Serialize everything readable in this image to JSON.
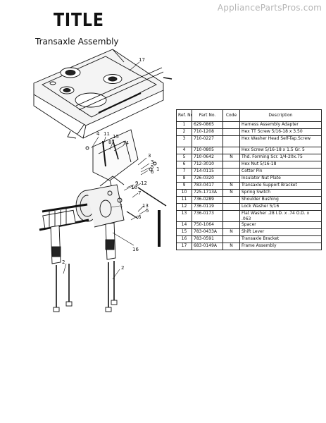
{
  "watermark": "AppliancePartsPros.com",
  "title": "TITLE",
  "subtitle": "Transaxle Assembly",
  "table": {
    "headers": {
      "ref": "Ref. No.",
      "part": "Part No.",
      "code": "Code",
      "desc": "Description"
    },
    "rows": [
      {
        "ref": "1",
        "part": "629-0865",
        "code": "",
        "desc": "Harness Assembly Adapter"
      },
      {
        "ref": "2",
        "part": "710-1208",
        "code": "",
        "desc": "Hex TT Screw 5/16-18 x 3.50"
      },
      {
        "ref": "3",
        "part": "710-0227",
        "code": "",
        "desc": "Hex Washer Head Self-Tap.Screw"
      },
      {
        "ref": "4",
        "part": "710-0805",
        "code": "",
        "desc": "Hex Screw 5/16-18 x 1.5 Gr. 5"
      },
      {
        "ref": "5",
        "part": "710-0642",
        "code": "N",
        "desc": "Thd. Forming Scr. 1/4-20x.75"
      },
      {
        "ref": "6",
        "part": "712-3010",
        "code": "",
        "desc": "Hex Nut 5/16-18"
      },
      {
        "ref": "7",
        "part": "714-0115",
        "code": "",
        "desc": "Cotter Pin"
      },
      {
        "ref": "8",
        "part": "726-0320",
        "code": "",
        "desc": "Insulator Nut Plate"
      },
      {
        "ref": "9",
        "part": "783-0417",
        "code": "N",
        "desc": "Transaxle Support Bracket"
      },
      {
        "ref": "10",
        "part": "725-1713A",
        "code": "N",
        "desc": "Spring Switch"
      },
      {
        "ref": "11",
        "part": "736-0289",
        "code": "",
        "desc": "Shoulder Bushing"
      },
      {
        "ref": "12",
        "part": "736-0119",
        "code": "",
        "desc": "Lock Washer 5/16"
      },
      {
        "ref": "13",
        "part": "736-0173",
        "code": "",
        "desc": "Flat Washer .28 I.D. x .74 O.D. x .063"
      },
      {
        "ref": "14",
        "part": "750-1064",
        "code": "",
        "desc": "Spacer"
      },
      {
        "ref": "15",
        "part": "783-0433A",
        "code": "N",
        "desc": "Shift Lever"
      },
      {
        "ref": "16",
        "part": "783-0591",
        "code": "",
        "desc": "Transaxle Bracket"
      },
      {
        "ref": "17",
        "part": "683-0149A",
        "code": "N",
        "desc": "Frame Assembly"
      }
    ]
  },
  "callouts": {
    "c17": "17",
    "c4": "4",
    "c11": "11",
    "c15": "15",
    "c8": "8",
    "c14": "14",
    "c3a": "3",
    "c3b": "3",
    "c5a": "5",
    "c6a": "6",
    "c1a": "1",
    "c12a": "12",
    "c10": "10",
    "c9": "9",
    "c7": "7",
    "c1b": "1",
    "c13": "13",
    "c5b": "5",
    "c6b": "6",
    "c16": "16",
    "c2a": "2",
    "c2b": "2"
  }
}
